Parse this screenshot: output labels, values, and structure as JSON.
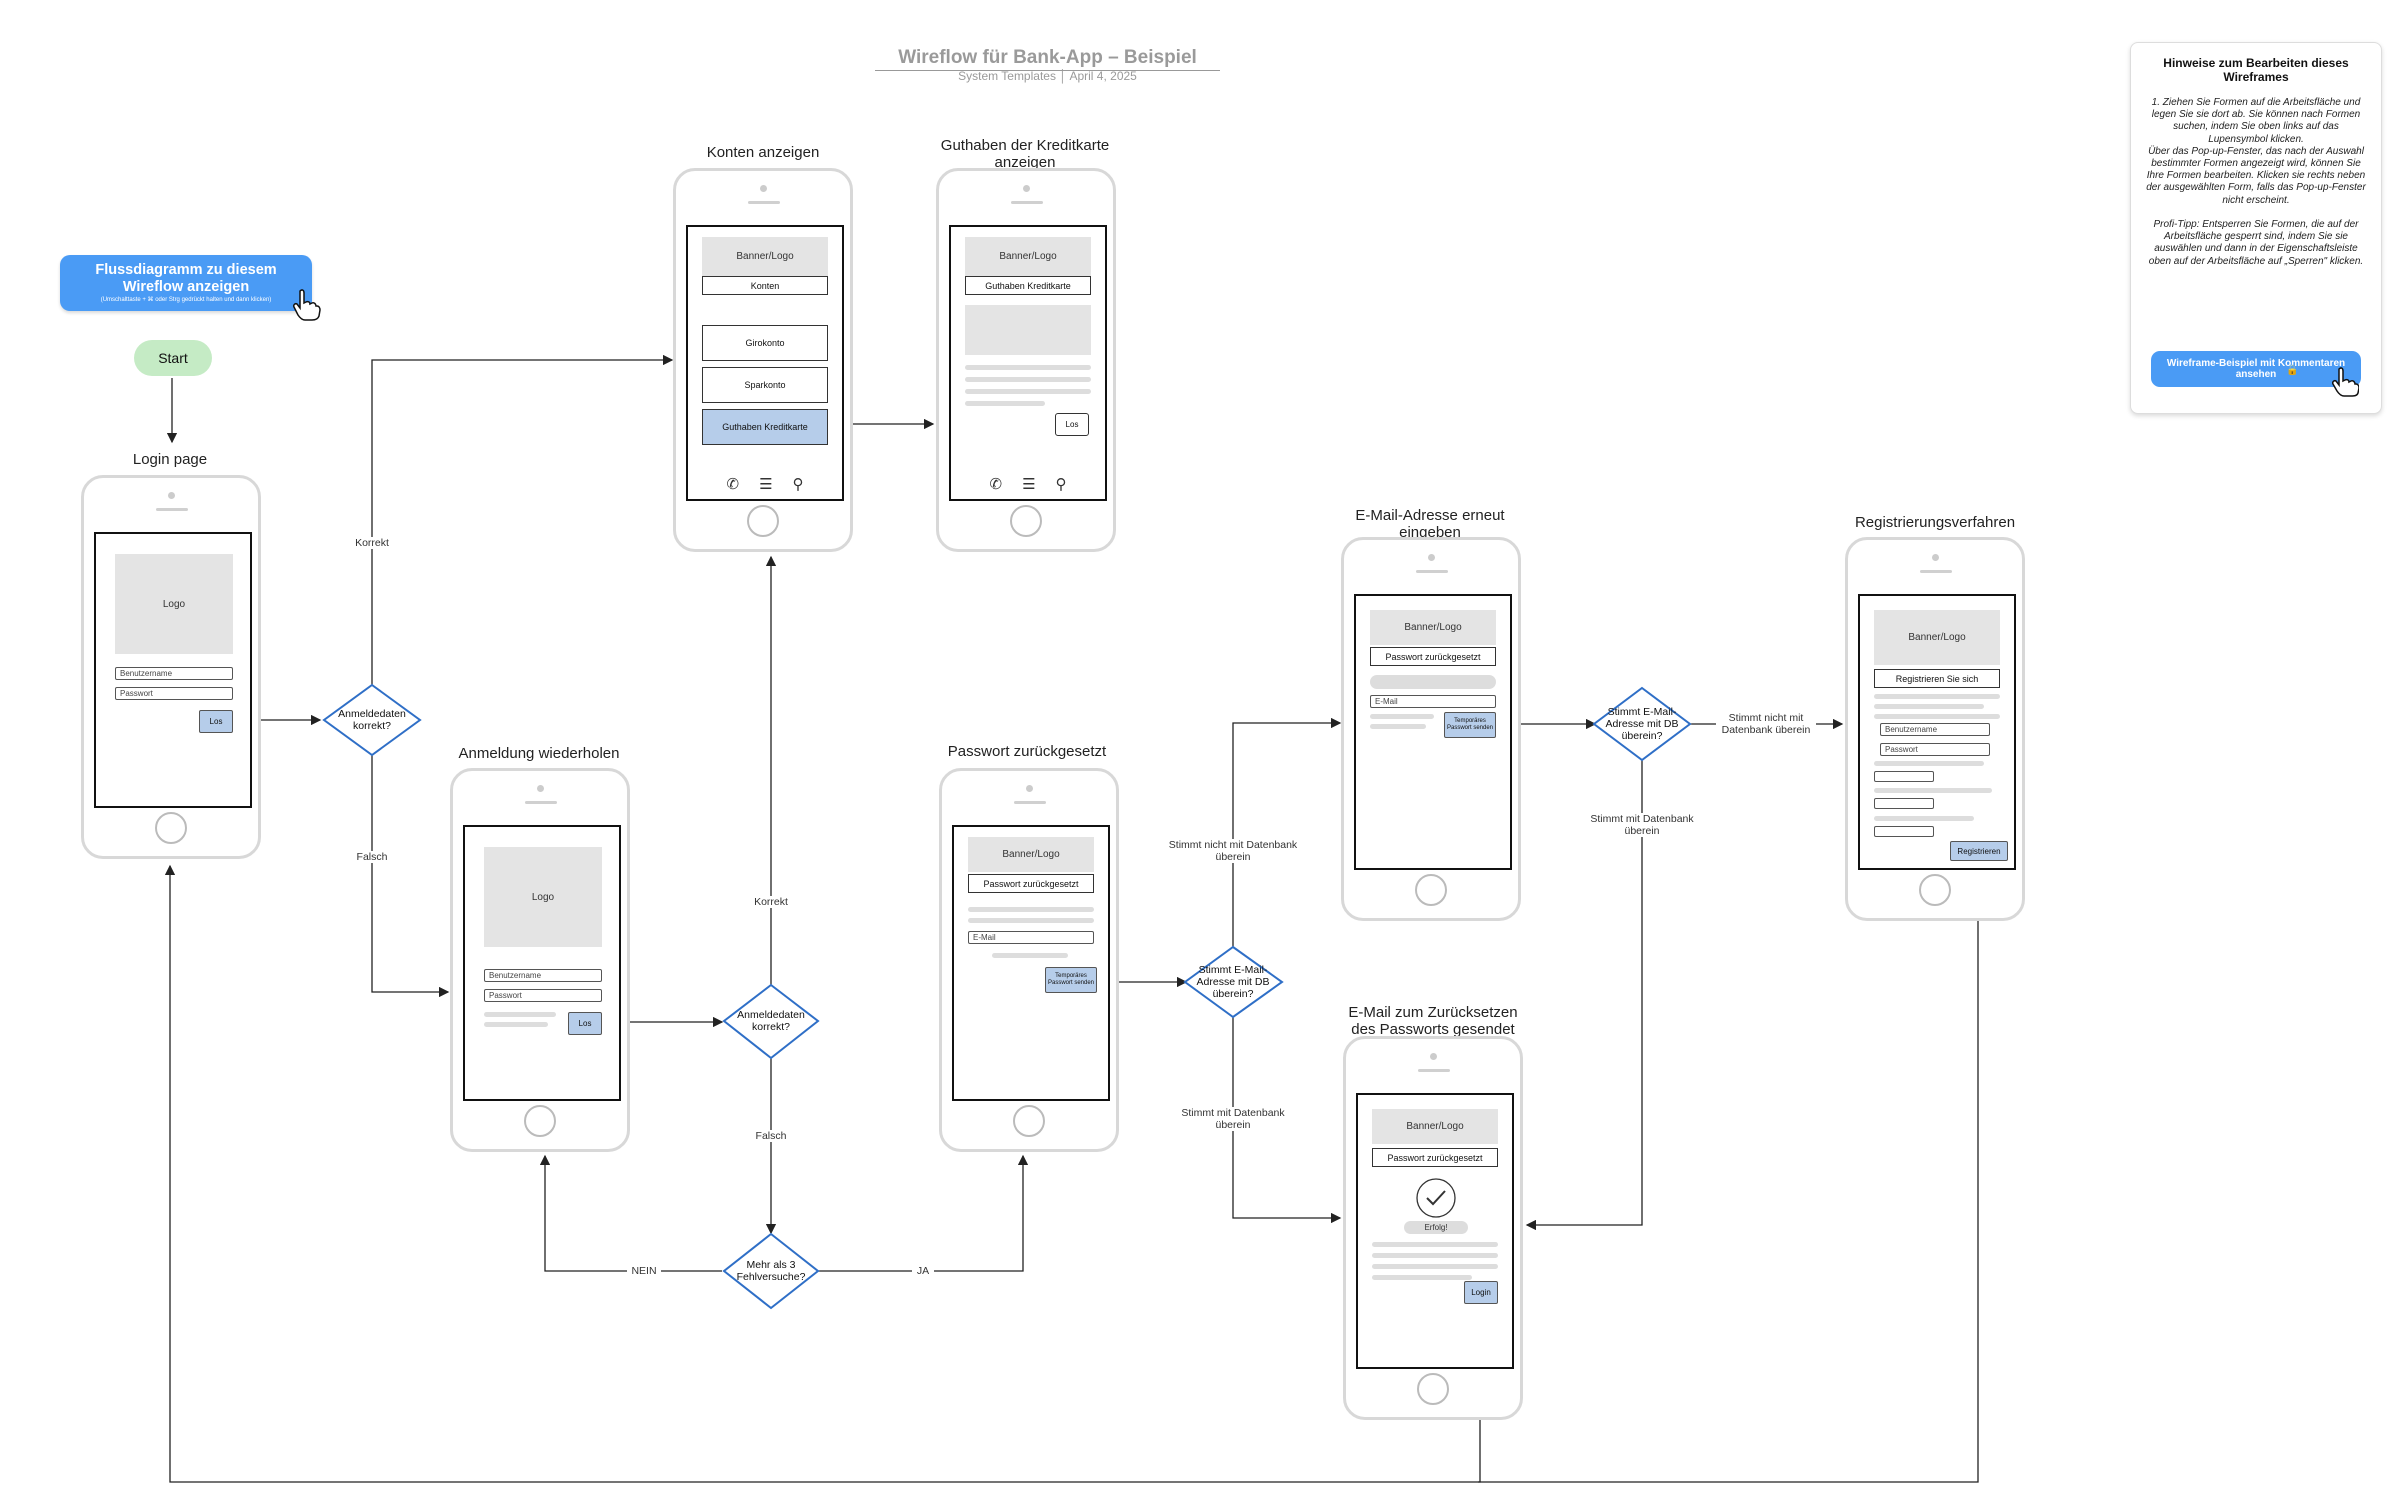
{
  "title": "Wireflow für Bank-App – Beispiel",
  "subtitle": "System Templates  │  April 4, 2025",
  "flow_button": {
    "line1": "Flussdiagramm zu diesem",
    "line2": "Wireflow anzeigen",
    "small": "(Umschalttaste + ⌘ oder Strg gedrückt halten und dann klicken)"
  },
  "start": "Start",
  "hint": {
    "title": "Hinweise zum Bearbeiten dieses Wireframes",
    "body": "1.     Ziehen Sie Formen auf die Arbeitsfläche und legen Sie sie dort ab. Sie können nach Formen suchen, indem Sie oben links auf das Lupensymbol klicken.\nÜber das Pop-up-Fenster, das nach der Auswahl bestimmter Formen angezeigt wird, können Sie Ihre Formen bearbeiten. Klicken        sie rechts neben der ausgewählten Form, falls das Pop-up-Fenster nicht erscheint.\n\nProfi-Tipp: Entsperren Sie Formen, die auf der Arbeitsfläche gesperrt sind, indem Sie sie auswählen und dann in der Eigenschaftsleiste oben auf der Arbeitsfläche auf „Sperren\"       klicken.",
    "button": "Wireframe-Beispiel mit Kommentaren ansehen"
  },
  "phones": {
    "login": {
      "label": "Login page",
      "logo": "Logo",
      "user": "Benutzername",
      "pass": "Passwort",
      "go": "Los"
    },
    "konten": {
      "label": "Konten anzeigen",
      "banner": "Banner/Logo",
      "header": "Konten",
      "item1": "Girokonto",
      "item2": "Sparkonto",
      "item3": "Guthaben Kreditkarte"
    },
    "kredit": {
      "label": "Guthaben der Kreditkarte anzeigen",
      "banner": "Banner/Logo",
      "header": "Guthaben Kreditkarte",
      "go": "Los"
    },
    "retry": {
      "label": "Anmeldung wiederholen",
      "logo": "Logo",
      "user": "Benutzername",
      "pass": "Passwort",
      "go": "Los"
    },
    "reset": {
      "label": "Passwort zurückgesetzt",
      "banner": "Banner/Logo",
      "header": "Passwort zurückgesetzt",
      "email": "E-Mail",
      "send": "Temporäres Passwort senden"
    },
    "email_again": {
      "label": "E-Mail-Adresse erneut eingeben",
      "banner": "Banner/Logo",
      "header": "Passwort zurückgesetzt",
      "email": "E-Mail",
      "send": "Temporäres Passwort senden"
    },
    "sent": {
      "label": "E-Mail zum Zurücksetzen des Passworts gesendet",
      "banner": "Banner/Logo",
      "header": "Passwort zurückgesetzt",
      "success": "Erfolg!",
      "login": "Login"
    },
    "register": {
      "label": "Registrierungsverfahren",
      "banner": "Banner/Logo",
      "header": "Registrieren Sie sich",
      "user": "Benutzername",
      "pass": "Passwort",
      "btn": "Registrieren"
    }
  },
  "decisions": {
    "d1": "Anmeldedaten korrekt?",
    "d2": "Anmeldedaten korrekt?",
    "d3": "Mehr als 3 Fehlversuche?",
    "d4": "Stimmt E-Mail-Adresse mit DB überein?",
    "d5": "Stimmt E-Mail-Adresse mit DB überein?"
  },
  "edge_labels": {
    "korrekt1": "Korrekt",
    "falsch1": "Falsch",
    "korrekt2": "Korrekt",
    "falsch2": "Falsch",
    "nein": "NEIN",
    "ja": "JA",
    "nomatch1": "Stimmt nicht mit Datenbank überein",
    "match1": "Stimmt mit Datenbank überein",
    "nomatch2": "Stimmt nicht mit Datenbank überein",
    "match2": "Stimmt mit Datenbank überein"
  },
  "colors": {
    "accent": "#4a9bf5",
    "start": "#c5ebc5",
    "decision_stroke": "#2f6fc7",
    "button_fill": "#b6cdea"
  }
}
